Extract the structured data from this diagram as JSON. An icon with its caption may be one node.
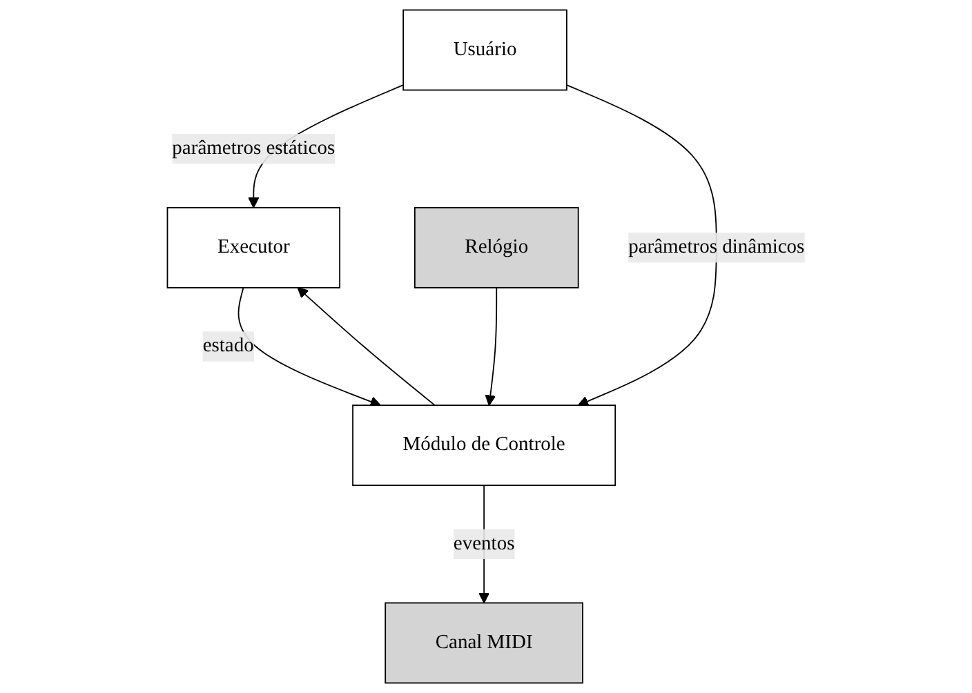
{
  "diagram": {
    "nodes": [
      {
        "text": [
          "Usuário"
        ]
      },
      {
        "text": [
          "Executor"
        ]
      },
      {
        "text": [
          "Módulo de Controle"
        ]
      },
      {
        "text": [
          "Canal MIDI"
        ]
      },
      {
        "text": [
          "Relógio"
        ]
      }
    ],
    "edges": [
      {
        "from": 0,
        "to": 1,
        "arrow": "to",
        "label": "parâmetros estáticos"
      },
      {
        "from": 0,
        "to": 2,
        "arrow": "to",
        "label": "parâmetros dinâmicos"
      },
      {
        "from": 2,
        "to": 1,
        "arrow": "to"
      },
      {
        "from": 1,
        "to": 2,
        "arrow": "to",
        "label": "estado"
      },
      {
        "from": 2,
        "to": 3,
        "arrow": "to",
        "label": "eventos"
      },
      {
        "from": 4,
        "to": 2,
        "arrow": "to"
      }
    ]
  }
}
